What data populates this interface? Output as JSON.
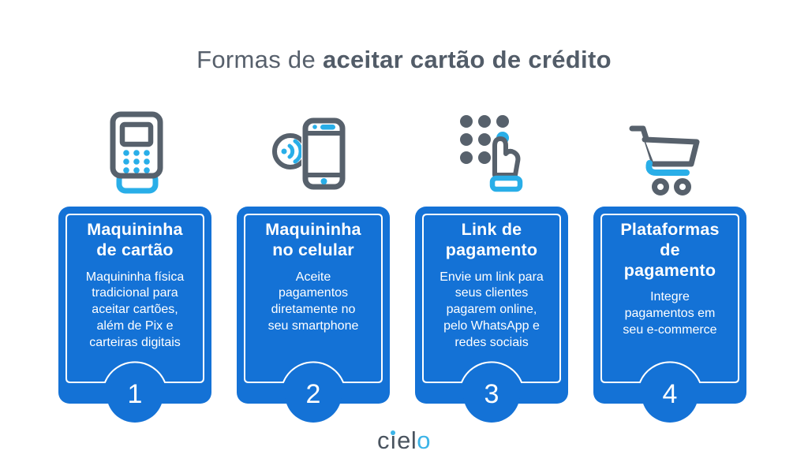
{
  "title": {
    "regular": "Formas de ",
    "bold": "aceitar cartão de crédito"
  },
  "cards": [
    {
      "number": "1",
      "icon": "card-machine-icon",
      "heading": "Maquininha\nde cartão",
      "body": "Maquininha física\ntradicional para\naceitar cartões,\nalém de Pix e\ncarteiras digitais"
    },
    {
      "number": "2",
      "icon": "phone-nfc-icon",
      "heading": "Maquininha\nno celular",
      "body": "Aceite\npagamentos\ndiretamente no\nseu smartphone"
    },
    {
      "number": "3",
      "icon": "keypad-hand-icon",
      "heading": "Link de\npagamento",
      "body": "Envie um link para\nseus clientes\npagarem online,\npelo WhatsApp e\nredes sociais"
    },
    {
      "number": "4",
      "icon": "shopping-cart-icon",
      "heading": "Plataformas\nde\npagamento",
      "body": "Integre\npagamentos em\nseu e-commerce"
    }
  ],
  "logo": {
    "text": "cielo",
    "dark_part": "cıel",
    "accent_part": "o"
  },
  "colors": {
    "card_blue": "#1472d6",
    "accent_blue": "#29aee8",
    "icon_gray": "#57616c",
    "title_gray": "#57606c",
    "logo_dark": "#4a545f",
    "logo_blue": "#3cb4e8",
    "background": "#ffffff",
    "card_text": "#ffffff"
  }
}
